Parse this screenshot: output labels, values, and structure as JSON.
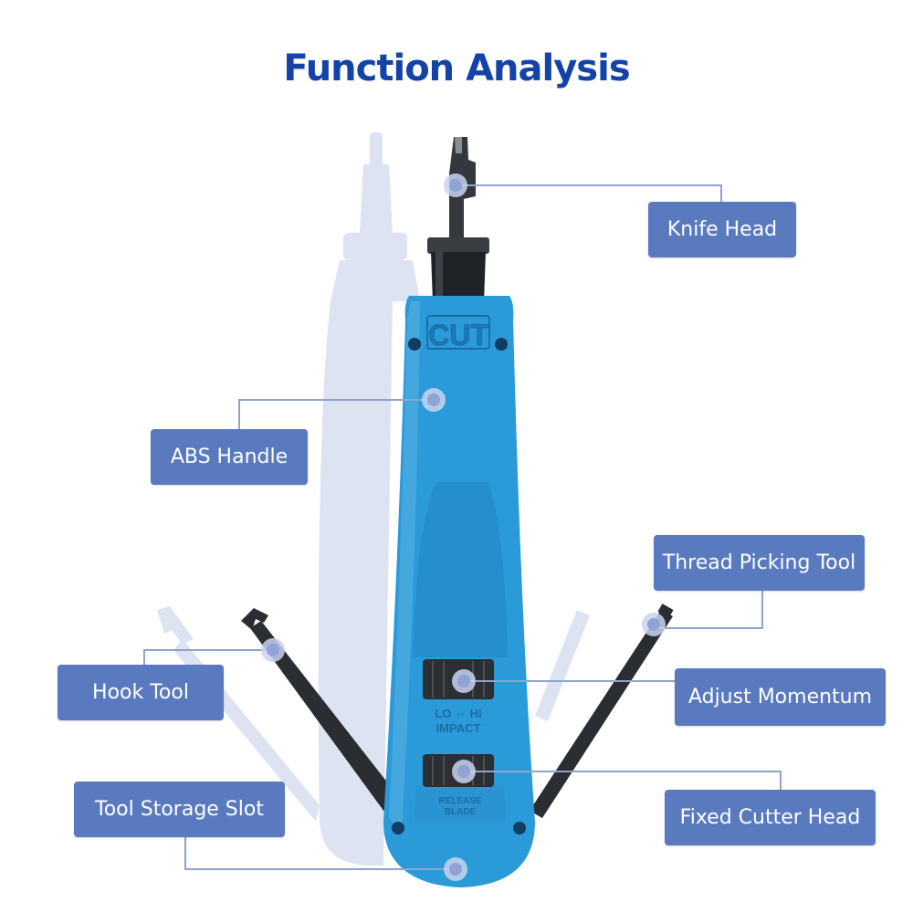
{
  "title": "Function Analysis",
  "colors": {
    "title": "#1443a8",
    "label_bg": "#5a7ac0",
    "label_text": "#ffffff",
    "leader_line": "#8fa3cf",
    "dot": "#8fa3d6",
    "handle_blue": "#2b9ad8",
    "ghost": "#dde3f1",
    "metal": "#2a2d31"
  },
  "tool": {
    "handle_mark": "CUT",
    "dial_text_1": "LO ⇔ HI",
    "dial_text_2": "IMPACT",
    "release_text_1": "RELEASE",
    "release_text_2": "BLADE"
  },
  "callouts": {
    "knife_head": "Knife Head",
    "abs_handle": "ABS Handle",
    "thread_picking_tool": "Thread Picking Tool",
    "hook_tool": "Hook Tool",
    "adjust_momentum": "Adjust Momentum",
    "tool_storage_slot": "Tool Storage Slot",
    "fixed_cutter_head": "Fixed Cutter Head"
  }
}
